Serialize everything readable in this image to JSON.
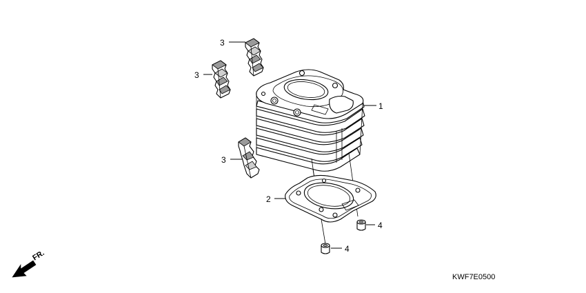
{
  "diagram_code": "KWF7E0500",
  "direction_label": "FR.",
  "callouts": {
    "cylinder": "1",
    "gasket": "2",
    "rubber_top": "3",
    "rubber_left": "3",
    "rubber_lower": "3",
    "dowel_right": "4",
    "dowel_lower": "4"
  }
}
